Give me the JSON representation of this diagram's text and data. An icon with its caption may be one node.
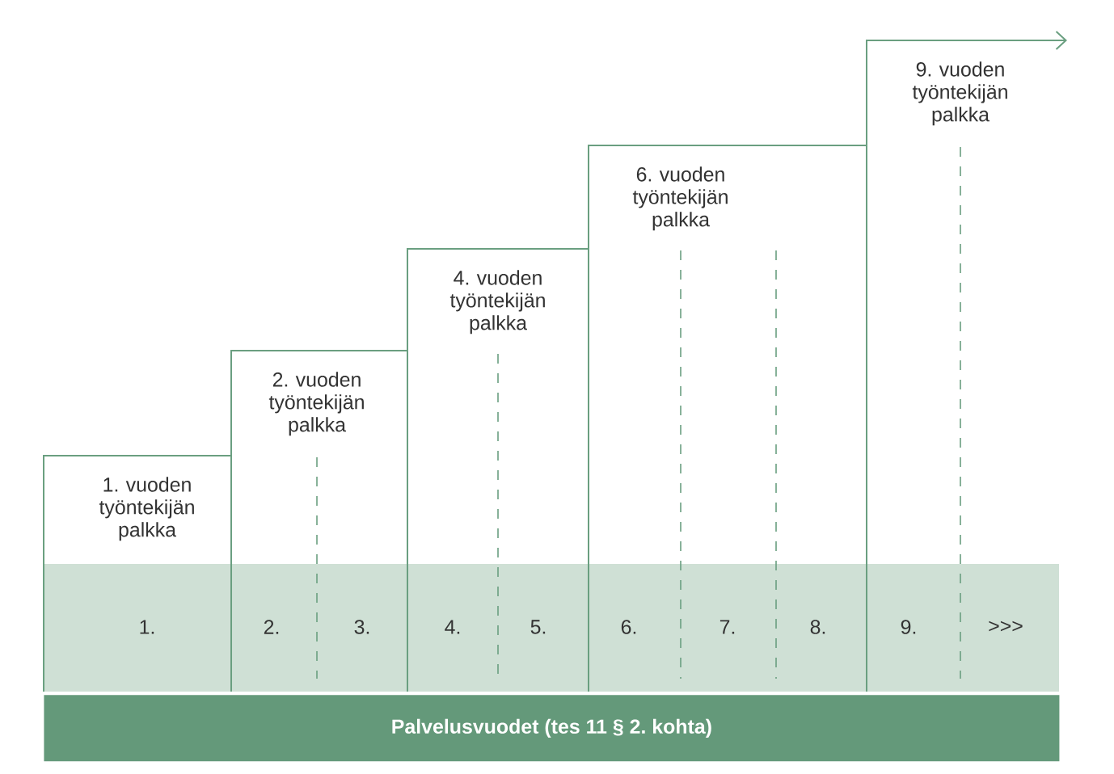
{
  "diagram": {
    "nodes": [
      {
        "text": [
          "1. vuoden työntekijän palkka"
        ]
      },
      {
        "text": [
          "2. vuoden työntekijän palkka"
        ]
      },
      {
        "text": [
          "4. vuoden työntekijän palkka"
        ]
      },
      {
        "text": [
          "6. vuoden työntekijän palkka"
        ]
      },
      {
        "text": [
          "9. vuoden työntekijän palkka"
        ]
      },
      {
        "text": [
          "Palvelusvuodet (tes 11 § 2. kohta)"
        ]
      }
    ],
    "labels": [
      "1.",
      "2.",
      "3.",
      "4.",
      "5.",
      "6.",
      "7.",
      "8.",
      "9.",
      ">>>"
    ]
  }
}
